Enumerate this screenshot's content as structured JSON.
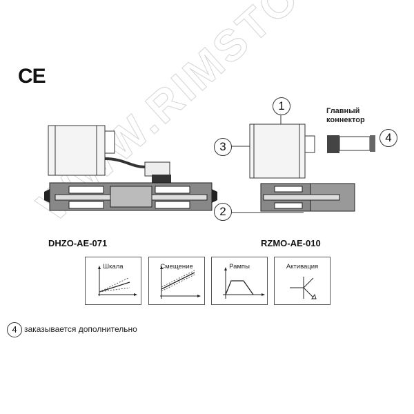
{
  "ce_mark": "CE",
  "devices": [
    {
      "model": "DHZO-AE-071"
    },
    {
      "model": "RZMO-AE-010"
    }
  ],
  "callouts": [
    "1",
    "2",
    "3",
    "4"
  ],
  "connector_label": [
    "Главный",
    "коннектор"
  ],
  "functions": [
    {
      "label": "Шкала",
      "icon": "scale-graph-icon"
    },
    {
      "label": "Смещение",
      "icon": "offset-graph-icon"
    },
    {
      "label": "Рампы",
      "icon": "ramp-graph-icon"
    },
    {
      "label": "Активация",
      "icon": "activation-transistor-icon"
    }
  ],
  "footnote": {
    "marker": "4",
    "text": "заказывается дополнительно"
  },
  "watermark": "WWW.RIMSTO.RU"
}
